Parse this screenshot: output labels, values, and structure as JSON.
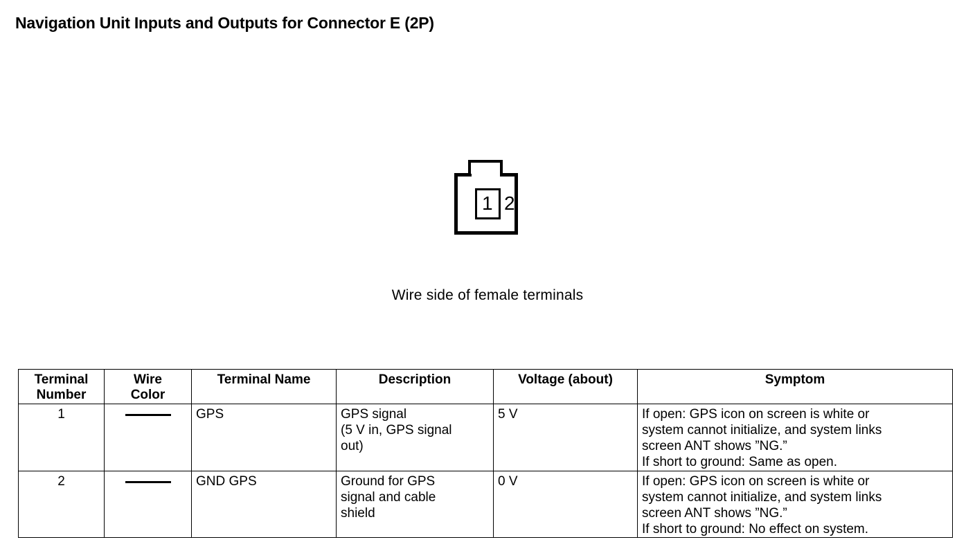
{
  "page": {
    "title": "Navigation Unit Inputs and Outputs for Connector E (2P)"
  },
  "diagram": {
    "caption": "Wire side of female terminals",
    "terminals": [
      {
        "number": "1"
      },
      {
        "number": "2"
      }
    ]
  },
  "table": {
    "headers": {
      "terminal_number_line1": "Terminal",
      "terminal_number_line2": "Number",
      "wire_color_line1": "Wire",
      "wire_color_line2": "Color",
      "terminal_name": "Terminal Name",
      "description": "Description",
      "voltage": "Voltage (about)",
      "symptom": "Symptom"
    },
    "rows": [
      {
        "terminal_number": "1",
        "wire_color": "—",
        "terminal_name": "GPS",
        "description_line1": "GPS signal",
        "description_line2": "(5 V in, GPS signal",
        "description_line3": "out)",
        "voltage": "5 V",
        "symptom_line1": "If open: GPS icon on screen is white or",
        "symptom_line2": "system cannot initialize, and system links",
        "symptom_line3": "screen ANT shows ”NG.”",
        "symptom_line4": "If short to ground: Same as open."
      },
      {
        "terminal_number": "2",
        "wire_color": "—",
        "terminal_name": "GND GPS",
        "description_line1": "Ground for GPS",
        "description_line2": "signal and cable",
        "description_line3": "shield",
        "voltage": "0 V",
        "symptom_line1": "If open: GPS icon on screen is white or",
        "symptom_line2": "system cannot initialize, and system links",
        "symptom_line3": "screen ANT shows ”NG.”",
        "symptom_line4": "If short to ground: No effect on system."
      }
    ]
  }
}
